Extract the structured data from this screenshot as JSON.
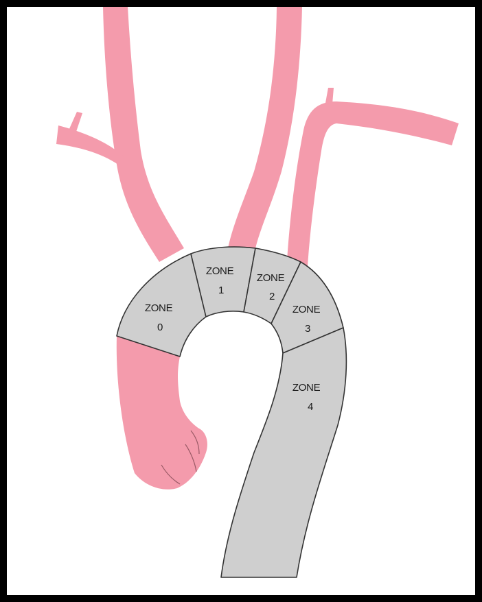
{
  "colors": {
    "frame": "#000000",
    "background": "#ffffff",
    "vessel": "#f49bac",
    "zone_fill": "#cfcfcf",
    "outline": "#333333"
  },
  "zones": [
    {
      "id": "zone-0",
      "line1": "ZONE",
      "line2": "0"
    },
    {
      "id": "zone-1",
      "line1": "ZONE",
      "line2": "1"
    },
    {
      "id": "zone-2",
      "line1": "ZONE",
      "line2": "2"
    },
    {
      "id": "zone-3",
      "line1": "ZONE",
      "line2": "3"
    },
    {
      "id": "zone-4",
      "line1": "ZONE",
      "line2": "4"
    }
  ]
}
